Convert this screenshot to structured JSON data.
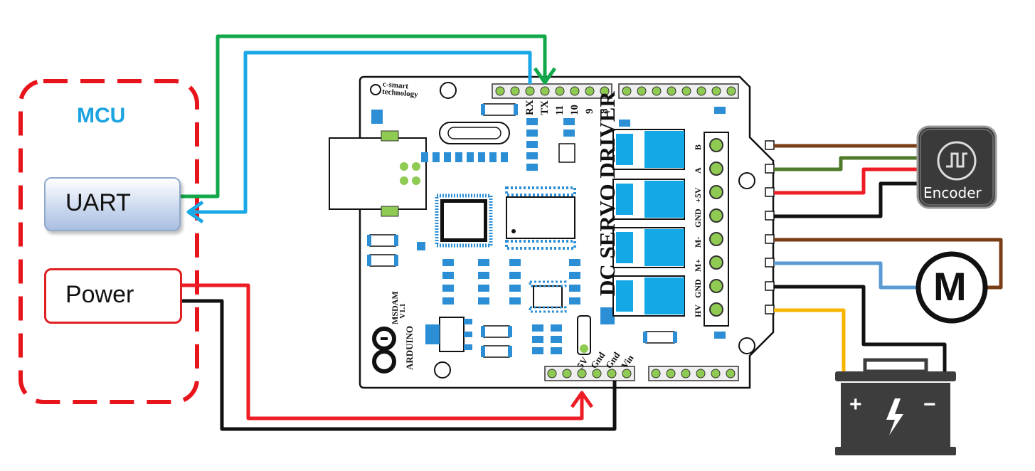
{
  "mcu": {
    "title": "MCU",
    "uart_label": "UART",
    "power_label": "Power"
  },
  "board": {
    "brand_line1": "c-smart",
    "brand_line2": "technology",
    "title": "DC SERVO DRIVER",
    "model": "MSDAM",
    "version": "V1.1",
    "arduino_label": "ARDUINO",
    "top_pins": [
      "RX",
      "TX",
      "11",
      "10",
      "9",
      "8"
    ],
    "bottom_pins": [
      "5V",
      "Gnd",
      "Gnd",
      "Vin"
    ],
    "terminals": [
      "B",
      "A",
      "+5V",
      "GND",
      "M-",
      "M+",
      "GND",
      "HV"
    ]
  },
  "devices": {
    "encoder_label": "Encoder",
    "motor_symbol": "M",
    "battery_plus": "+",
    "battery_minus": "−"
  },
  "colors": {
    "dashed_border": "#e8141c",
    "mcu_title": "#1aa3e0",
    "wire_green": "#12a84a",
    "wire_blue": "#1aa8e6",
    "wire_red": "#ee1c24",
    "wire_black": "#111111",
    "wire_brown": "#7a3e16",
    "wire_olive": "#4e7a2a",
    "wire_lightblue": "#5b9bd5",
    "wire_yellow": "#f7b500",
    "pin_green": "#8fca52",
    "heatsink_blue": "#14a8e6"
  }
}
